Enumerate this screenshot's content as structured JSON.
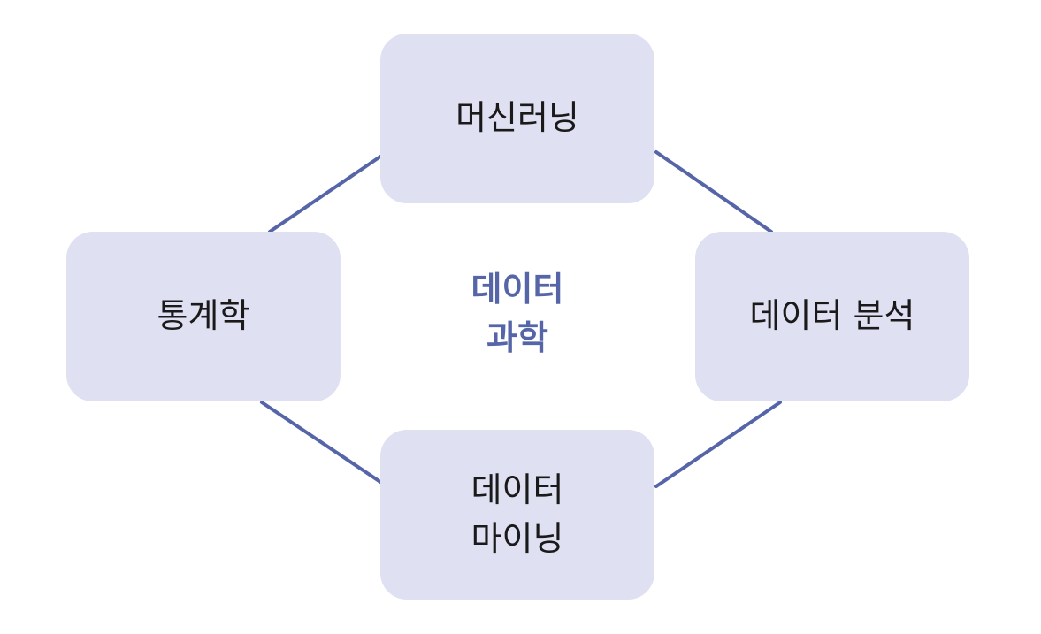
{
  "colors": {
    "node_fill": "#dfe0f1",
    "connector": "#5565a8",
    "center_text": "#5565a8",
    "node_text": "#1a1a1a"
  },
  "center": {
    "label": "데이터\n과학"
  },
  "nodes": {
    "top": {
      "label": "머신러닝"
    },
    "left": {
      "label": "통계학"
    },
    "right": {
      "label": "데이터 분석"
    },
    "bottom": {
      "label": "데이터\n마이닝"
    }
  }
}
